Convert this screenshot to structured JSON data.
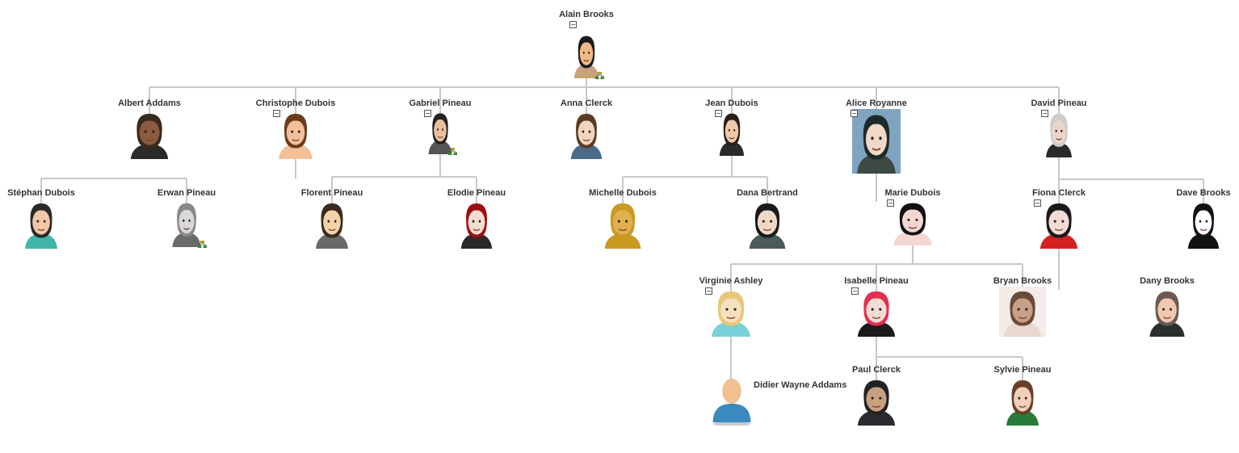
{
  "root": "alain",
  "people": [
    {
      "id": "alain",
      "name": "Alain Brooks",
      "parent": null,
      "expanded": true,
      "has_children_icon": true,
      "avatar": "portrait-man-dark-hair",
      "skin": "#f0b987",
      "hair": "#1b1b1b",
      "shirt": "#caa27a",
      "bg": "#ffffff"
    },
    {
      "id": "albert",
      "name": "Albert Addams",
      "parent": "alain",
      "expanded": false,
      "has_children_icon": false,
      "avatar": "man-striped-shirt",
      "skin": "#8a5b3f",
      "hair": "#3a2a1e",
      "shirt": "#2b2b2b",
      "bg": "#ffffff"
    },
    {
      "id": "christophe",
      "name": "Christophe Dubois",
      "parent": "alain",
      "expanded": true,
      "has_children_icon": false,
      "avatar": "cartoon-man-head",
      "skin": "#f3c09a",
      "hair": "#6b3b1a",
      "shirt": "#f3c09a",
      "bg": "#ffffff"
    },
    {
      "id": "gabriel",
      "name": "Gabriel Pineau",
      "parent": "alain",
      "expanded": true,
      "has_children_icon": true,
      "avatar": "man-suit-full-body",
      "skin": "#e8c09a",
      "hair": "#222222",
      "shirt": "#555555",
      "bg": "#ffffff"
    },
    {
      "id": "anna",
      "name": "Anna Clerck",
      "parent": "alain",
      "expanded": false,
      "has_children_icon": false,
      "avatar": "woman-long-hair",
      "skin": "#f2d5c0",
      "hair": "#5a3a24",
      "shirt": "#4a6a8a",
      "bg": "#ffffff"
    },
    {
      "id": "jean",
      "name": "Jean Dubois",
      "parent": "alain",
      "expanded": true,
      "has_children_icon": false,
      "avatar": "man-suit-tie",
      "skin": "#f0c8a8",
      "hair": "#2a1f18",
      "shirt": "#2a2a2a",
      "bg": "#ffffff"
    },
    {
      "id": "alice",
      "name": "Alice Royanne",
      "parent": "alain",
      "expanded": true,
      "has_children_icon": false,
      "avatar": "woman-dark-hair-blue-bg",
      "skin": "#f2d8c6",
      "hair": "#1e2a2a",
      "shirt": "#3d4a44",
      "bg": "#7fa4c2"
    },
    {
      "id": "david",
      "name": "David Pineau",
      "parent": "alain",
      "expanded": true,
      "has_children_icon": false,
      "avatar": "older-man-beard",
      "skin": "#ead6c8",
      "hair": "#cccccc",
      "shirt": "#2a2a2a",
      "bg": "#ffffff"
    },
    {
      "id": "stephan",
      "name": "Stéphan Dubois",
      "parent": "christophe",
      "expanded": false,
      "has_children_icon": false,
      "avatar": "man-sunglasses",
      "skin": "#f2c6a6",
      "hair": "#2a2a2a",
      "shirt": "#3fb6a8",
      "bg": "#ffffff"
    },
    {
      "id": "erwan",
      "name": "Erwan Pineau",
      "parent": "christophe",
      "expanded": false,
      "has_children_icon": true,
      "avatar": "man-glasses-sketch",
      "skin": "#d8d8d8",
      "hair": "#888888",
      "shirt": "#6a6a6a",
      "bg": "#ffffff"
    },
    {
      "id": "florent",
      "name": "Florent Pineau",
      "parent": "gabriel",
      "expanded": false,
      "has_children_icon": false,
      "avatar": "man-glasses-suit",
      "skin": "#f2d2a8",
      "hair": "#3a2a1e",
      "shirt": "#6a6a6a",
      "bg": "#ffffff"
    },
    {
      "id": "elodie",
      "name": "Elodie Pineau",
      "parent": "gabriel",
      "expanded": false,
      "has_children_icon": false,
      "avatar": "woman-red-hair",
      "skin": "#f4dcd0",
      "hair": "#9a1010",
      "shirt": "#2a2a2a",
      "bg": "#ffffff"
    },
    {
      "id": "michelle",
      "name": "Michelle Dubois",
      "parent": "jean",
      "expanded": false,
      "has_children_icon": false,
      "avatar": "woman-blonde-curly",
      "skin": "#e0b050",
      "hair": "#c89a20",
      "shirt": "#c89a20",
      "bg": "#ffffff"
    },
    {
      "id": "dana",
      "name": "Dana Bertrand",
      "parent": "jean",
      "expanded": false,
      "has_children_icon": false,
      "avatar": "woman-short-dark-hair",
      "skin": "#f0d8c8",
      "hair": "#1a1a1a",
      "shirt": "#4a5a5a",
      "bg": "#ffffff"
    },
    {
      "id": "marie",
      "name": "Marie Dubois",
      "parent": "alice",
      "expanded": true,
      "has_children_icon": false,
      "avatar": "woman-black-hair",
      "skin": "#f6d6d0",
      "hair": "#111111",
      "shirt": "#f6d6d0",
      "bg": "#ffffff"
    },
    {
      "id": "fiona",
      "name": "Fiona Clerck",
      "parent": "david",
      "expanded": true,
      "has_children_icon": false,
      "avatar": "woman-red-top",
      "skin": "#f4dcd4",
      "hair": "#1a1a1a",
      "shirt": "#d42020",
      "bg": "#ffffff"
    },
    {
      "id": "dave",
      "name": "Dave Brooks",
      "parent": "david",
      "expanded": false,
      "has_children_icon": false,
      "avatar": "bw-man-beard",
      "skin": "#ffffff",
      "hair": "#111111",
      "shirt": "#111111",
      "bg": "#ffffff"
    },
    {
      "id": "virginie",
      "name": "Virginie Ashley",
      "parent": "marie",
      "expanded": true,
      "has_children_icon": false,
      "avatar": "woman-blonde-smile",
      "skin": "#f6e0c0",
      "hair": "#e8c878",
      "shirt": "#7ad0d8",
      "bg": "#ffffff"
    },
    {
      "id": "isabelle",
      "name": "Isabelle Pineau",
      "parent": "marie",
      "expanded": true,
      "has_children_icon": false,
      "avatar": "woman-pink-hair",
      "skin": "#f4dcd4",
      "hair": "#e03050",
      "shirt": "#1a1a1a",
      "bg": "#ffffff"
    },
    {
      "id": "bryan",
      "name": "Bryan Brooks",
      "parent": "marie",
      "expanded": false,
      "has_children_icon": false,
      "avatar": "blurred-man-photo",
      "skin": "#c8a088",
      "hair": "#6a4a38",
      "shirt": "#e8d8d0",
      "bg": "#f4ece8"
    },
    {
      "id": "dany",
      "name": "Dany Brooks",
      "parent": "fiona",
      "expanded": false,
      "has_children_icon": false,
      "avatar": "bald-man-dark-jacket",
      "skin": "#f0c8b0",
      "hair": "#6a5a50",
      "shirt": "#2a3030",
      "bg": "#ffffff"
    },
    {
      "id": "didier",
      "name": "Didier Wayne Addams",
      "parent": "virginie",
      "expanded": false,
      "has_children_icon": false,
      "avatar": "default-user",
      "skin": "#f0c090",
      "hair": "#f0c090",
      "shirt": "#3a8ac0",
      "bg": "#ffffff"
    },
    {
      "id": "paul",
      "name": "Paul Clerck",
      "parent": "isabelle",
      "expanded": false,
      "has_children_icon": false,
      "avatar": "man-cap-dark-shirt",
      "skin": "#c8a080",
      "hair": "#222222",
      "shirt": "#2a2a30",
      "bg": "#ffffff"
    },
    {
      "id": "sylvie",
      "name": "Sylvie Pineau",
      "parent": "isabelle",
      "expanded": false,
      "has_children_icon": false,
      "avatar": "woman-brown-hair-green",
      "skin": "#f0d0b8",
      "hair": "#6a4028",
      "shirt": "#2a7a3a",
      "bg": "#ffffff"
    }
  ],
  "colors": {
    "connector": "#c8c8c8",
    "label": "#333333"
  }
}
